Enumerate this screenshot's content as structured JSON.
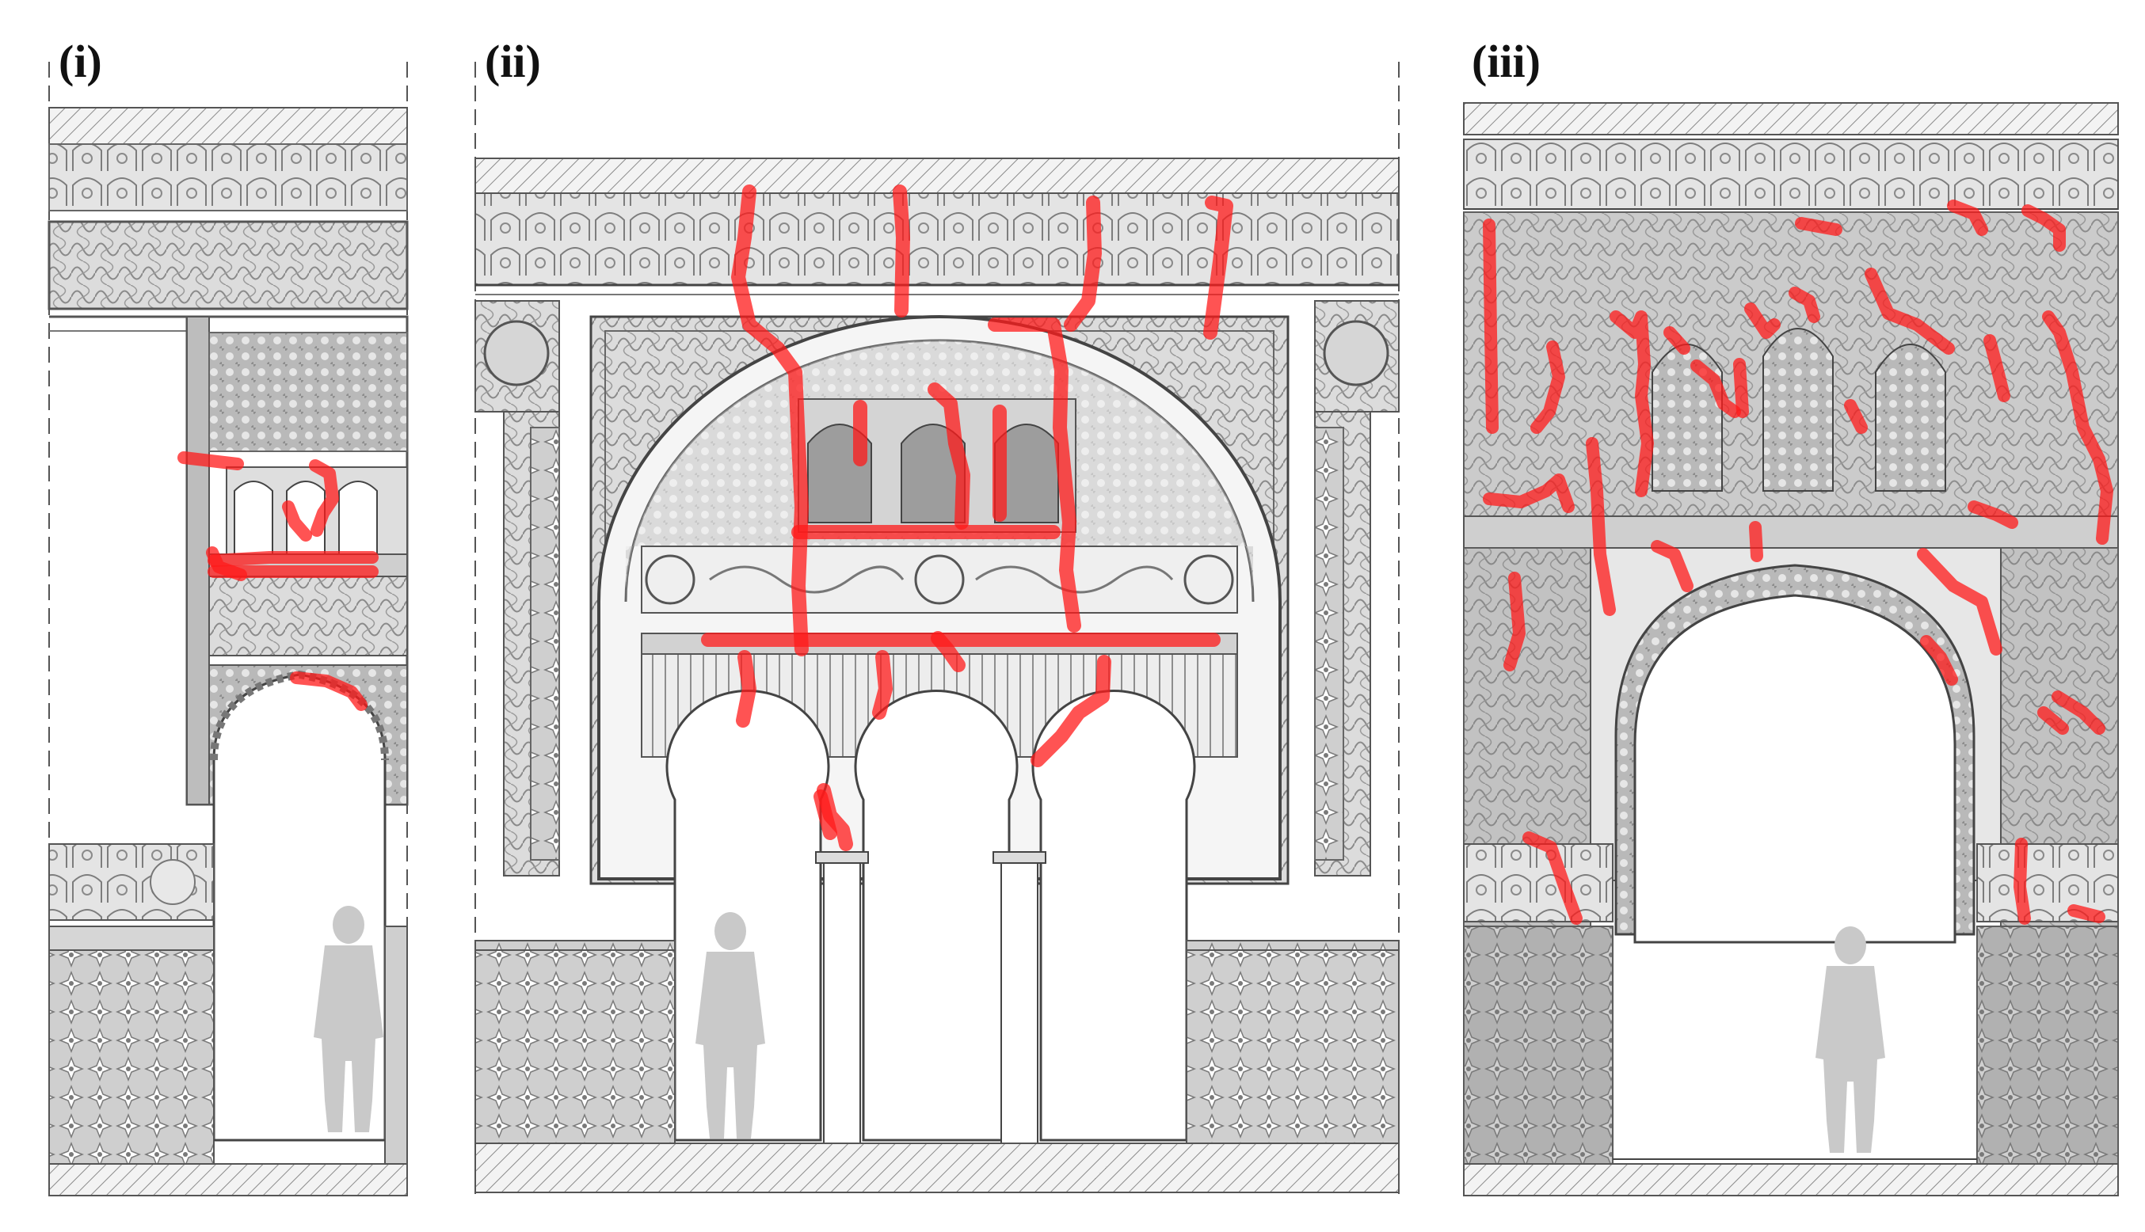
{
  "panels": [
    {
      "id": "i",
      "label": "(i)"
    },
    {
      "id": "ii",
      "label": "(ii)"
    },
    {
      "id": "iii",
      "label": "(iii)"
    }
  ],
  "colors": {
    "crack_highlight": "#ff1a1a",
    "crack_core": "#d40000",
    "linework": "#444444",
    "ornament_gray": "#9a9a9a",
    "silhouette": "#c8c8c8",
    "hatch": "#777777"
  }
}
